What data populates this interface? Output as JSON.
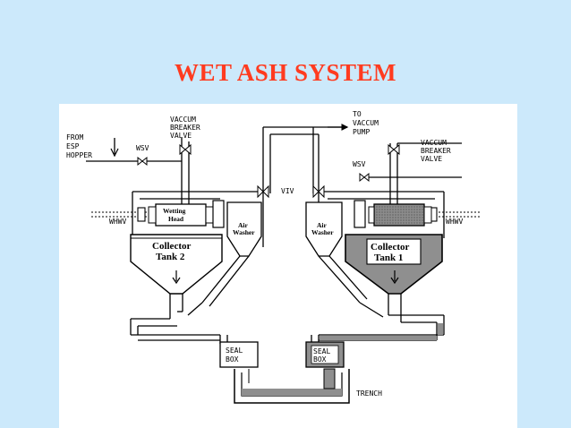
{
  "title": "WET ASH SYSTEM",
  "diagram": {
    "from_esp_hopper": [
      "FROM",
      "ESP",
      "HOPPER"
    ],
    "vaccum_breaker_valve_left": [
      "VACCUM",
      "BREAKER",
      "VALVE"
    ],
    "vaccum_breaker_valve_right": [
      "VACCUM",
      "BREAKER",
      "VALVE"
    ],
    "to_vaccum_pump": [
      "TO",
      "VACCUM",
      "PUMP"
    ],
    "wsv_left": "WSV",
    "wsv_right": "WSV",
    "viv": "VIV",
    "whwv_left": "WHWV",
    "whwv_right": "WHWV",
    "wetting_head": [
      "Wetting",
      "Head"
    ],
    "air_washer_left": [
      "Air",
      "Washer"
    ],
    "air_washer_right": [
      "Air",
      "Washer"
    ],
    "collector_tank_2": [
      "Collector",
      "Tank  2"
    ],
    "collector_tank_1": [
      "Collector",
      "Tank  1"
    ],
    "seal_box_left": [
      "SEAL",
      "BOX"
    ],
    "seal_box_right": [
      "SEAL",
      "BOX"
    ],
    "trench": "TRENCH"
  }
}
